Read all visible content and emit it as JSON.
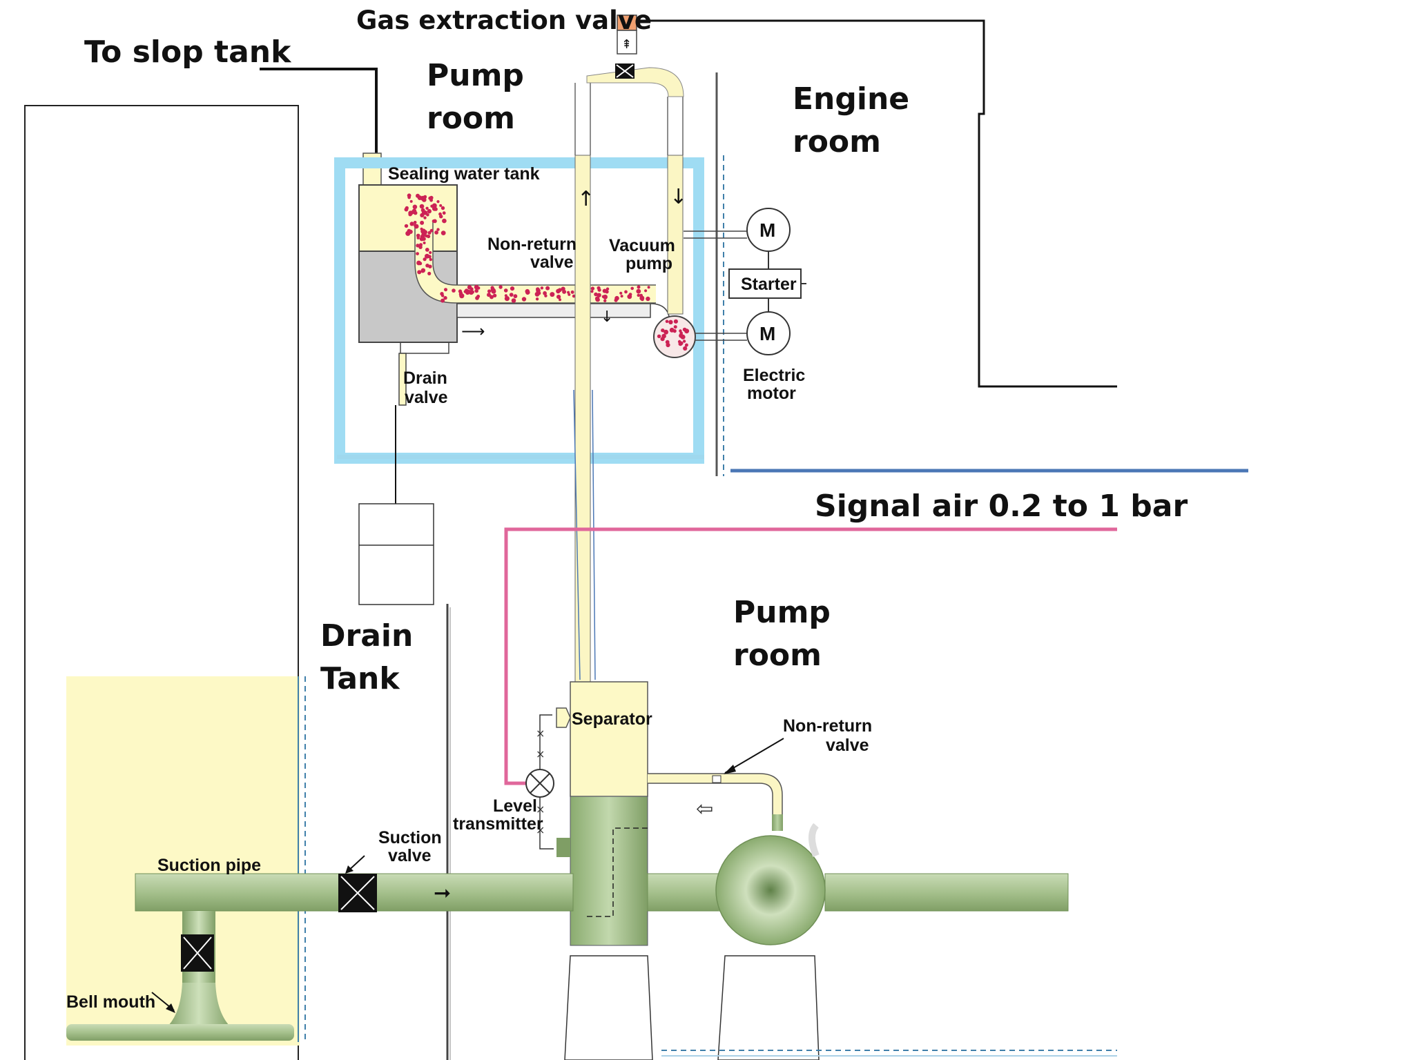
{
  "labels": {
    "gas_extraction_valve": "Gas extraction valve",
    "to_slop_tank": "To slop tank",
    "pump_room_top_1": "Pump",
    "pump_room_top_2": "room",
    "engine_room_1": "Engine",
    "engine_room_2": "room",
    "sealing_water_tank": "Sealing water tank",
    "nonreturn_top_1": "Non-return",
    "nonreturn_top_2": "valve",
    "vacuum_pump_1": "Vacuum",
    "vacuum_pump_2": "pump",
    "motor_m1": "M",
    "starter": "Starter",
    "motor_m2": "M",
    "electric_motor_1": "Electric",
    "electric_motor_2": "motor",
    "drain_valve_1": "Drain",
    "drain_valve_2": "valve",
    "signal_air": "Signal air  0.2 to 1 bar",
    "drain_tank_1": "Drain",
    "drain_tank_2": "Tank",
    "pump_room_bottom_1": "Pump",
    "pump_room_bottom_2": "room",
    "separator": "Separator",
    "nonreturn_bottom_1": "Non-return",
    "nonreturn_bottom_2": "valve",
    "level_transmitter_1": "Level",
    "level_transmitter_2": "transmitter",
    "suction_valve_1": "Suction",
    "suction_valve_2": "valve",
    "suction_pipe": "Suction pipe",
    "bell_mouth": "Bell mouth"
  },
  "colors": {
    "cargo": "#fdf9c6",
    "pipe_light": "#fbf6c4",
    "pipe_green": "#a8c490",
    "pipe_green_dark": "#6f8f56",
    "water_blue": "#8fd3ef",
    "signal_air": "#e0679b",
    "engine_line": "#4b77b5",
    "gas_valve": "#f0a070",
    "bubble": "#cc2255",
    "grey_water": "#c8c8c8"
  },
  "icons": {
    "arrow": "arrow-icon",
    "valve": "valve-cross-icon"
  }
}
